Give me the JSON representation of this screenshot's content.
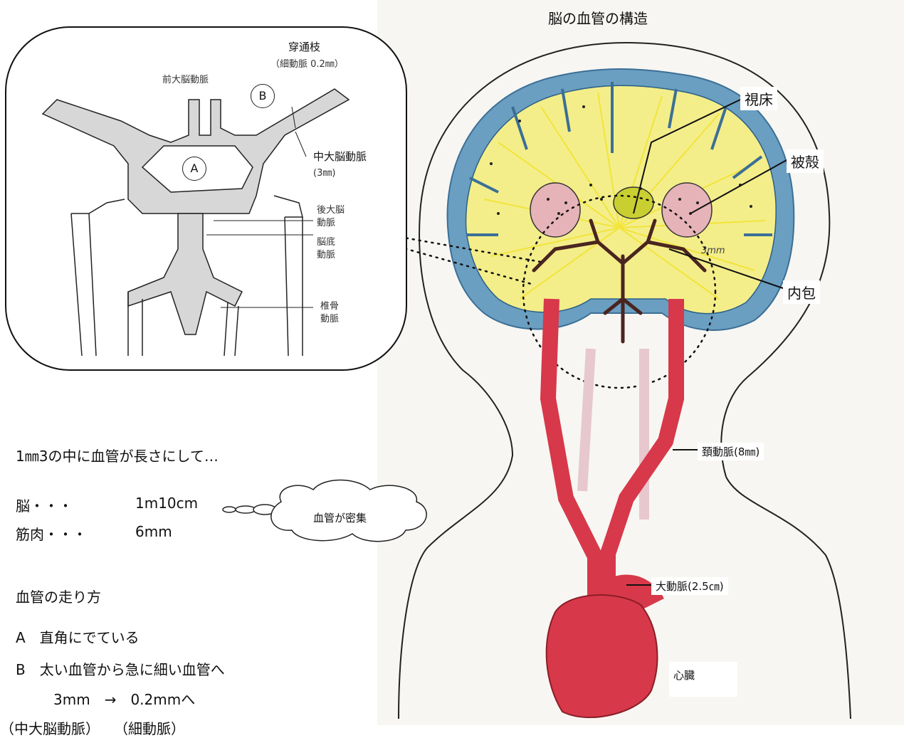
{
  "title": "脳の血管の構造",
  "inset": {
    "anterior_cerebral": "前大脳動脈",
    "perforator_line1": "穿通枝",
    "perforator_line2": "（細動脈 0.2㎜）",
    "mark_a": "A",
    "mark_b": "B",
    "middle_cerebral_line1": "中大脳動脈",
    "middle_cerebral_line2": "(3㎜)",
    "posterior_cerebral_line1": "後大脳",
    "posterior_cerebral_line2": "動脈",
    "basilar_line1": "脳底",
    "basilar_line2": "動脈",
    "vertebral_line1": "椎骨",
    "vertebral_line2": "動脈"
  },
  "brain_labels": {
    "thalamus": "視床",
    "putamen": "被殻",
    "internal_capsule": "内包",
    "scale_note": "3mm",
    "carotid": "頚動脈(8㎜)",
    "aorta": "大動脈(2.5㎝)",
    "heart": "心臓"
  },
  "notes": {
    "intro": "1㎜3の中に血管が長さにして…",
    "brain_label": "脳・・・",
    "brain_value": "1m10cm",
    "muscle_label": "筋肉・・・",
    "muscle_value": "6mm",
    "bubble": "血管が密集",
    "run_title": "血管の走り方",
    "point_a": "A　直角にでている",
    "point_b": "B　太い血管から急に細い血管へ",
    "size_change": "3mm　→　0.2mmへ",
    "bottom_cut": "（中大脳動脈）　　（細動脈）"
  },
  "colors": {
    "cortex": "#6a9fc2",
    "white_matter_fibers": "#f2e43a",
    "artery": "#d8394a",
    "vein": "#e8c8cf",
    "putamen": "#e6b3b8",
    "brain_vessels": "#4a2520"
  }
}
